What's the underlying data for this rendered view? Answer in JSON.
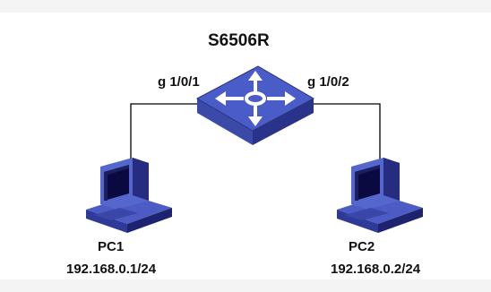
{
  "switch": {
    "name": "S6506R",
    "icon": "network-switch-icon"
  },
  "ports": {
    "left": "g 1/0/1",
    "right": "g 1/0/2"
  },
  "hosts": [
    {
      "name": "PC1",
      "ip": "192.168.0.1/24",
      "icon": "desktop-computer-icon"
    },
    {
      "name": "PC2",
      "ip": "192.168.0.2/24",
      "icon": "desktop-computer-icon"
    }
  ],
  "colors": {
    "switch_top": "#4a5cc8",
    "switch_side": "#2a338a",
    "pc_body": "#4d5cc4",
    "pc_dark": "#1d236e",
    "screen": "#0a0a40",
    "link": "#000000"
  }
}
